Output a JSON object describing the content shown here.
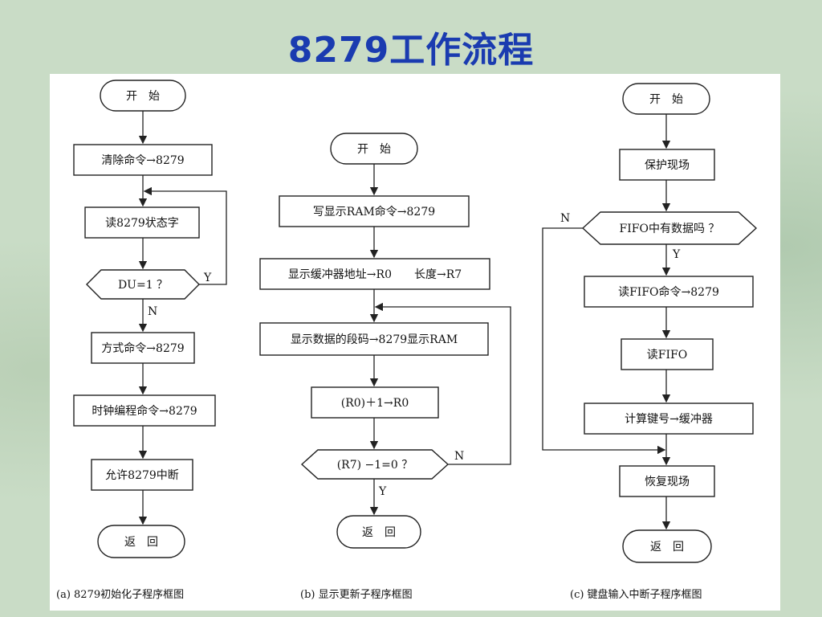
{
  "title": "8279工作流程",
  "flow_a": {
    "start": "开　始",
    "clear_cmd": "清除命令→8279",
    "read_status": "读8279状态字",
    "decision": "DU=1 ？",
    "yes": "Y",
    "no": "N",
    "mode_cmd": "方式命令→8279",
    "clock_cmd": "时钟编程命令→8279",
    "allow_int": "允许8279中断",
    "return": "返　回",
    "caption": "(a) 8279初始化子程序框图"
  },
  "flow_b": {
    "start": "开　始",
    "write_ram": "写显示RAM命令→8279",
    "buffer_addr": "显示缓冲器地址→R0　　长度→R7",
    "segment": "显示数据的段码→8279显示RAM",
    "inc_r0": "(R0)＋1→R0",
    "decision": "(R7) −1=0 ？",
    "no": "N",
    "yes": "Y",
    "return": "返　回",
    "caption": "(b) 显示更新子程序框图"
  },
  "flow_c": {
    "start": "开　始",
    "protect": "保护现场",
    "decision": "FIFO中有数据吗 ？",
    "no": "N",
    "yes": "Y",
    "read_cmd": "读FIFO命令→8279",
    "read_fifo": "读FIFO",
    "compute": "计算键号→缓冲器",
    "restore": "恢复现场",
    "return": "返　回",
    "caption": "(c) 键盘输入中断子程序框图"
  },
  "colors": {
    "title": "#1a3bb0",
    "background": "#c9dcc6"
  }
}
